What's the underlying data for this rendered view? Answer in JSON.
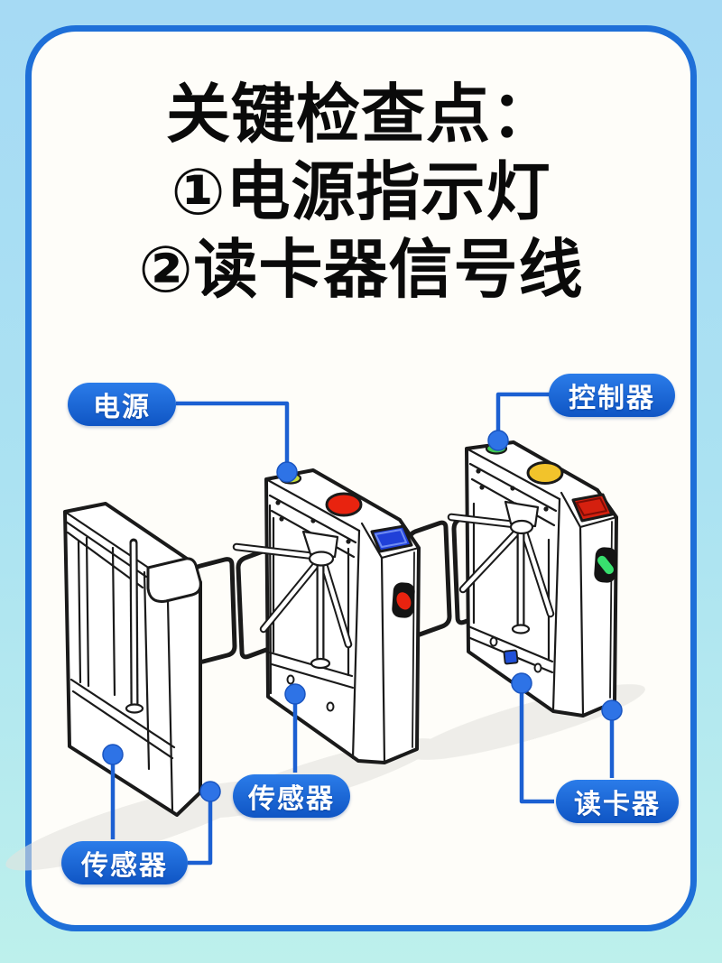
{
  "title": {
    "line1": "关键检查点：",
    "line2": "①电源指示灯",
    "line3": "②读卡器信号线"
  },
  "callouts": {
    "power": "电源",
    "controller": "控制器",
    "sensor_left": "传感器",
    "sensor_middle": "传感器",
    "card_reader": "读卡器"
  },
  "colors": {
    "background_top": "#a6daf4",
    "background_bottom": "#bdf0ec",
    "card_bg": "#fefdf9",
    "card_border": "#1e6fd8",
    "badge_blue": "#1563d5",
    "connector_blue": "#1c60d2",
    "dot_blue": "#2e73e6",
    "line_art": "#1a1a1a",
    "red_top_button": "#e8230f",
    "yellow_top_button": "#f2c32b",
    "green_top_button": "#3fca52",
    "red_side_indicator": "#e8230f",
    "green_side_indicator": "#38e06e",
    "blue_reader_screen": "#2040d8",
    "red_reader_screen": "#d5200f",
    "power_socket": "#c6db3a",
    "blue_port": "#2050d8"
  }
}
